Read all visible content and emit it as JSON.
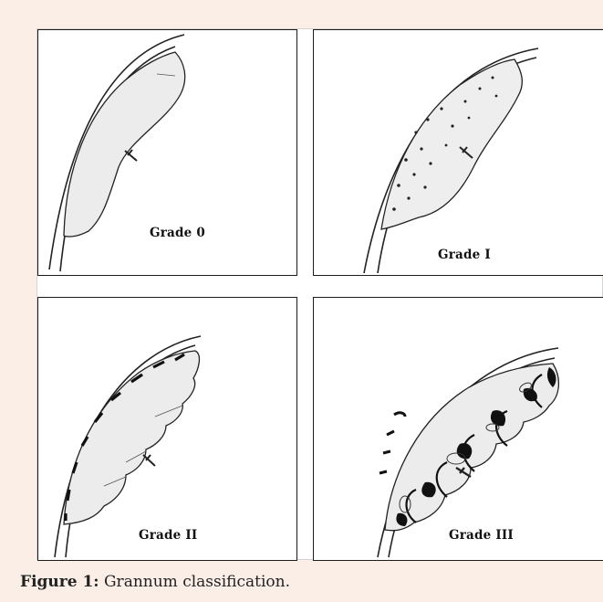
{
  "panels": [
    {
      "label": "Grade 0"
    },
    {
      "label": "Grade I"
    },
    {
      "label": "Grade II"
    },
    {
      "label": "Grade III"
    }
  ],
  "caption": {
    "label": "Figure 1:",
    "text": " Grannum classification."
  },
  "colors": {
    "background": "#fbeee6",
    "panel": "#ffffff",
    "ink": "#111111"
  }
}
